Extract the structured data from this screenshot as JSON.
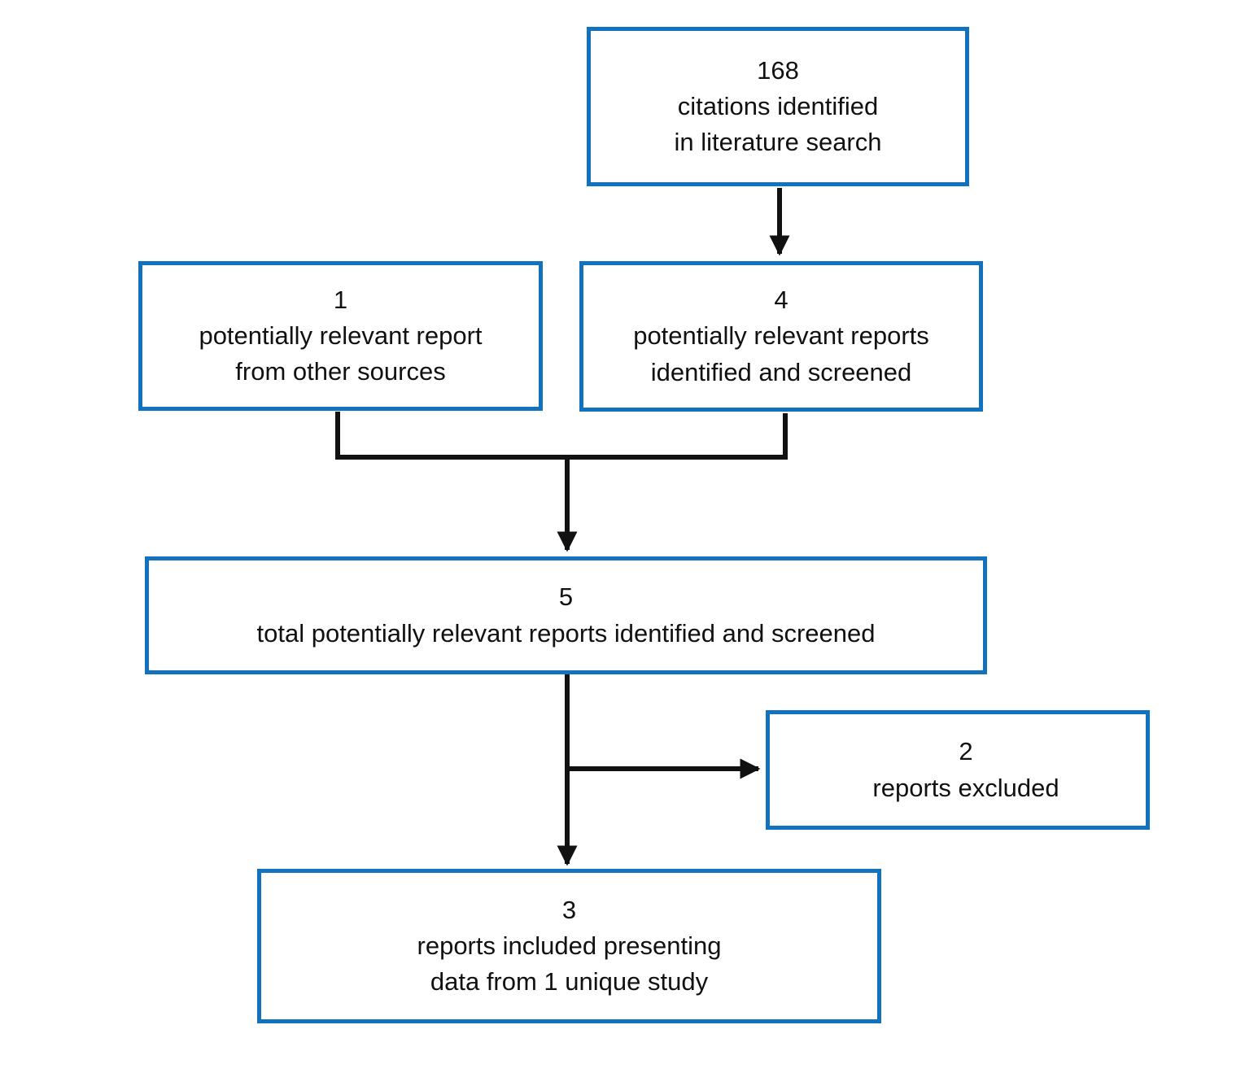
{
  "diagram": {
    "type": "flowchart",
    "title": "",
    "accent_color": "#1372be",
    "line_color": "#111111",
    "background": "#ffffff",
    "nodes": [
      {
        "id": "identified",
        "count": "168",
        "label": "citations identified\nin literature search",
        "text": "168\ncitations identified\nin literature search"
      },
      {
        "id": "other",
        "count": "1",
        "label": "potentially relevant report\nfrom other sources",
        "text": "1\npotentially relevant report\nfrom other sources"
      },
      {
        "id": "screened",
        "count": "4",
        "label": "potentially relevant reports\nidentified and screened",
        "text": "4\npotentially relevant reports\nidentified and screened"
      },
      {
        "id": "total",
        "count": "5",
        "label": "total potentially relevant reports identified and screened",
        "text": "5\ntotal potentially relevant reports identified and screened"
      },
      {
        "id": "excluded",
        "count": "2",
        "label": "reports excluded",
        "text": "2\nreports excluded"
      },
      {
        "id": "included",
        "count": "3",
        "label": "reports included presenting\ndata from 1 unique study",
        "text": "3\nreports included presenting\ndata from 1 unique study"
      }
    ],
    "edges": [
      {
        "id": "identified-to-screened",
        "from": "identified",
        "to": "screened",
        "style": "arrow-down"
      },
      {
        "id": "other-to-total",
        "from": "other",
        "to": "total",
        "style": "elbow-merge-arrow-down"
      },
      {
        "id": "screened-to-total",
        "from": "screened",
        "to": "total",
        "style": "elbow-merge-arrow-down"
      },
      {
        "id": "total-to-excluded",
        "from": "total",
        "to": "excluded",
        "style": "arrow-right"
      },
      {
        "id": "total-to-included",
        "from": "total",
        "to": "included",
        "style": "arrow-down"
      }
    ]
  }
}
